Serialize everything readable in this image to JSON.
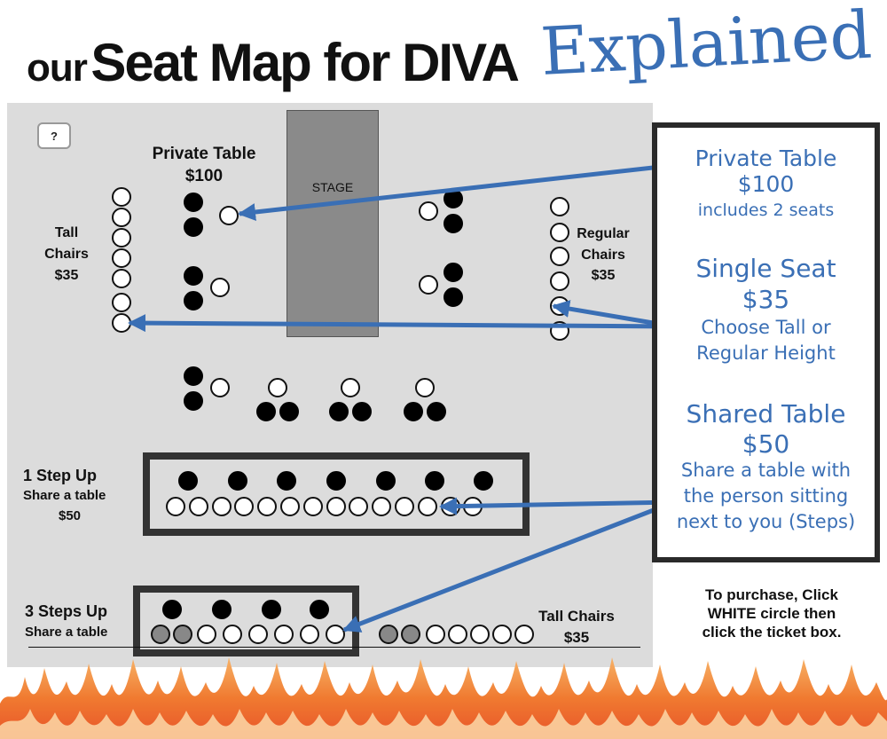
{
  "title": {
    "word1": "our",
    "word2": "Seat Map for DIVA",
    "word3": "Explained"
  },
  "map": {
    "help_button": "?",
    "stage": "STAGE",
    "private_table": {
      "line1": "Private Table",
      "line2": "$100"
    },
    "tall_chairs_left": {
      "line1": "Tall",
      "line2": "Chairs",
      "line3": "$35"
    },
    "regular_chairs": {
      "line1": "Regular",
      "line2": "Chairs",
      "line3": "$35"
    },
    "step1": {
      "line1": "1 Step Up",
      "line2": "Share a table",
      "line3": "$50"
    },
    "step3": {
      "line1": "3 Steps Up",
      "line2": "Share a table"
    },
    "tall_chairs_bottom": {
      "line1": "Tall Chairs",
      "line2": "$35"
    }
  },
  "legend": {
    "private": {
      "title": "Private Table",
      "price": "$100",
      "desc": "includes 2 seats"
    },
    "single": {
      "title": "Single Seat",
      "price": "$35",
      "desc1": "Choose Tall or",
      "desc2": "Regular Height"
    },
    "shared": {
      "title": "Shared Table",
      "price": "$50",
      "desc1": "Share a table with",
      "desc2": "the person sitting",
      "desc3": "next to you (Steps)"
    }
  },
  "instructions": {
    "line1": "To purchase, Click",
    "line2": "WHITE circle then",
    "line3": "click the ticket box."
  },
  "colors": {
    "accent_blue": "#3a6fb5",
    "floor_gray": "#dcdcdc",
    "stage_gray": "#8a8a8a",
    "flame_orange": "#f07a30"
  }
}
